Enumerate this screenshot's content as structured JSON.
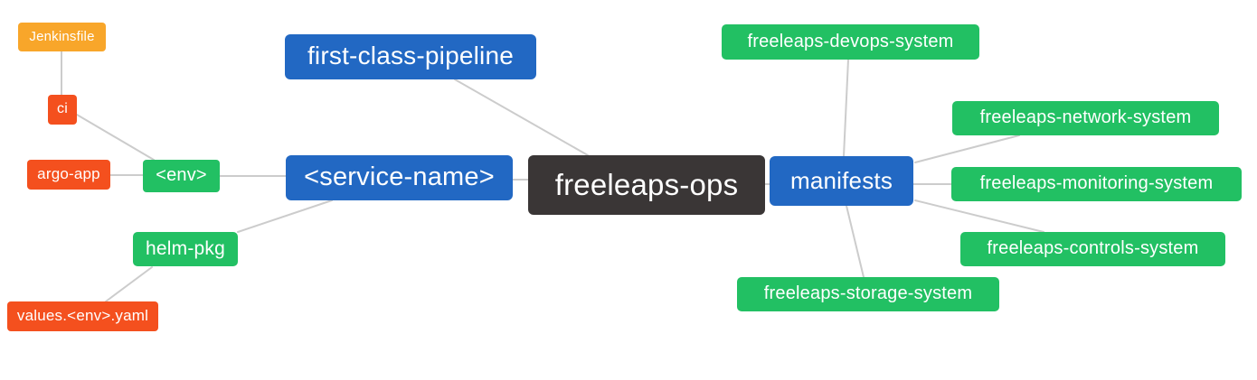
{
  "diagram": {
    "title": "freeleaps-ops mind map",
    "palette": {
      "green": "#22c063",
      "blue": "#2268c3",
      "orange": "#f8a62a",
      "red": "#f4501e",
      "dark": "#3a3636",
      "edge": "#cccccc",
      "text": "#ffffff",
      "background": "#ffffff"
    },
    "nodes": [
      {
        "id": "jenkinsfile",
        "label": "Jenkinsfile",
        "color": "orange"
      },
      {
        "id": "ci",
        "label": "ci",
        "color": "red"
      },
      {
        "id": "argo-app",
        "label": "argo-app",
        "color": "red"
      },
      {
        "id": "env",
        "label": "<env>",
        "color": "green"
      },
      {
        "id": "helm-pkg",
        "label": "helm-pkg",
        "color": "green"
      },
      {
        "id": "values-env-yaml",
        "label": "values.<env>.yaml",
        "color": "red"
      },
      {
        "id": "first-class-pipeline",
        "label": "first-class-pipeline",
        "color": "blue"
      },
      {
        "id": "service-name",
        "label": "<service-name>",
        "color": "blue"
      },
      {
        "id": "freeleaps-ops",
        "label": "freeleaps-ops",
        "color": "dark"
      },
      {
        "id": "manifests",
        "label": "manifests",
        "color": "blue"
      },
      {
        "id": "freeleaps-devops-system",
        "label": "freeleaps-devops-system",
        "color": "green"
      },
      {
        "id": "freeleaps-network-system",
        "label": "freeleaps-network-system",
        "color": "green"
      },
      {
        "id": "freeleaps-monitoring-system",
        "label": "freeleaps-monitoring-system",
        "color": "green"
      },
      {
        "id": "freeleaps-controls-system",
        "label": "freeleaps-controls-system",
        "color": "green"
      },
      {
        "id": "freeleaps-storage-system",
        "label": "freeleaps-storage-system",
        "color": "green"
      }
    ],
    "edges": [
      {
        "from": "jenkinsfile",
        "to": "ci"
      },
      {
        "from": "ci",
        "to": "env"
      },
      {
        "from": "argo-app",
        "to": "env"
      },
      {
        "from": "env",
        "to": "service-name"
      },
      {
        "from": "helm-pkg",
        "to": "service-name"
      },
      {
        "from": "values-env-yaml",
        "to": "helm-pkg"
      },
      {
        "from": "first-class-pipeline",
        "to": "freeleaps-ops"
      },
      {
        "from": "service-name",
        "to": "freeleaps-ops"
      },
      {
        "from": "freeleaps-ops",
        "to": "manifests"
      },
      {
        "from": "manifests",
        "to": "freeleaps-devops-system"
      },
      {
        "from": "manifests",
        "to": "freeleaps-network-system"
      },
      {
        "from": "manifests",
        "to": "freeleaps-monitoring-system"
      },
      {
        "from": "manifests",
        "to": "freeleaps-controls-system"
      },
      {
        "from": "manifests",
        "to": "freeleaps-storage-system"
      }
    ]
  }
}
